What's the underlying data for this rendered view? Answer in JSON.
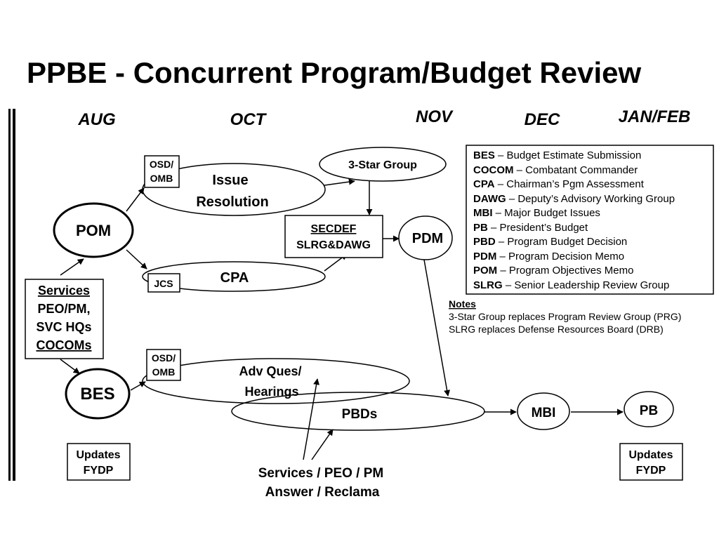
{
  "title": "PPBE - Concurrent Program/Budget Review",
  "months": {
    "aug": "AUG",
    "oct": "OCT",
    "nov": "NOV",
    "dec": "DEC",
    "janfeb": "JAN/FEB"
  },
  "nodes": {
    "pom": "POM",
    "bes": "BES",
    "services_box": [
      "Services",
      "PEO/PM,",
      "SVC HQs",
      "COCOMs"
    ],
    "osd_omb_top": [
      "OSD/",
      "OMB"
    ],
    "issue_resolution": [
      "Issue",
      "Resolution"
    ],
    "jcs": "JCS",
    "cpa": "CPA",
    "three_star": "3-Star Group",
    "secdef": [
      "SECDEF",
      "SLRG&DAWG"
    ],
    "pdm": "PDM",
    "osd_omb_bottom": [
      "OSD/",
      "OMB"
    ],
    "adv_ques": [
      "Adv Ques/",
      "Hearings"
    ],
    "pbds": "PBDs",
    "mbi": "MBI",
    "pb": "PB",
    "updates_left": [
      "Updates",
      "FYDP"
    ],
    "updates_right": [
      "Updates",
      "FYDP"
    ],
    "answer": [
      "Services / PEO / PM",
      "Answer / Reclama"
    ]
  },
  "legend": [
    {
      "term": "BES",
      "def": "– Budget Estimate Submission"
    },
    {
      "term": "COCOM",
      "def": "– Combatant Commander"
    },
    {
      "term": "CPA",
      "def": "– Chairman’s Pgm Assessment"
    },
    {
      "term": "DAWG",
      "def": "– Deputy’s Advisory Working Group"
    },
    {
      "term": "MBI",
      "def": "– Major Budget Issues"
    },
    {
      "term": "PB",
      "def": "– President’s Budget"
    },
    {
      "term": "PBD",
      "def": "– Program Budget Decision"
    },
    {
      "term": "PDM",
      "def": "– Program Decision Memo"
    },
    {
      "term": "POM",
      "def": "– Program Objectives Memo"
    },
    {
      "term": "SLRG",
      "def": "– Senior Leadership Review Group"
    }
  ],
  "notes": {
    "heading": "Notes",
    "lines": [
      "3-Star Group replaces Program Review Group (PRG)",
      "SLRG replaces Defense Resources Board (DRB)"
    ]
  }
}
